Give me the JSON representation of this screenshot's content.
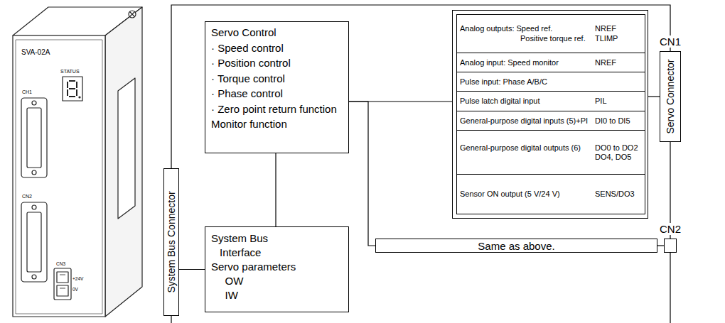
{
  "diagram": {
    "nodes": [
      {
        "text": [
          "Servo Control",
          "· Speed control",
          "· Position control",
          "· Torque control",
          "· Phase control",
          "· Zero point return function",
          "Monitor function"
        ]
      },
      {
        "text": []
      },
      {
        "text": [
          "Analog outputs: Speed ref.",
          "NREF",
          "Positive torque ref.",
          "TLIMP"
        ],
        "in": 1
      },
      {
        "text": [
          "Analog input: Speed monitor",
          "NREF"
        ],
        "in": 1
      },
      {
        "text": [
          "Pulse input: Phase A/B/C"
        ],
        "in": 1
      },
      {
        "text": [
          "Pulse latch digital input",
          "PIL"
        ],
        "in": 1
      },
      {
        "text": [
          "General-purpose digital inputs (5)+PI",
          "DI0 to DI5"
        ],
        "in": 1
      },
      {
        "text": [
          "General-purpose digital outputs (6)",
          "DO0 to DO2 DO4, DO5"
        ],
        "in": 1
      },
      {
        "text": [
          "Sensor ON output (5 V/24 V)",
          "SENS/DO3"
        ],
        "in": 1
      },
      {
        "text": [
          "CN1",
          "Servo Connector"
        ]
      },
      {
        "text": [
          "System Bus Connector"
        ]
      },
      {
        "text": [
          "System Bus Interface",
          "Servo parameters",
          "OW",
          "IW"
        ]
      },
      {
        "text": [
          "Same as above."
        ]
      },
      {
        "text": [
          "CN2"
        ]
      }
    ],
    "edges": [
      {
        "from": 0,
        "to": 11,
        "arrow": "none"
      },
      {
        "from": 11,
        "to": 10,
        "arrow": "none"
      },
      {
        "from": 0,
        "to": 1,
        "arrow": "none"
      },
      {
        "from": 0,
        "to": 12,
        "arrow": "none"
      },
      {
        "from": 1,
        "to": 9,
        "arrow": "none"
      },
      {
        "from": 12,
        "to": 13,
        "arrow": "none"
      },
      {
        "from": 10,
        "to": 9,
        "arrow": "none"
      },
      {
        "from": 9,
        "to": 13,
        "arrow": "none"
      }
    ],
    "labels": [
      "SVA-02A",
      "CH1",
      "STATUS",
      "CN2",
      "CN3",
      "+24V",
      "0V"
    ]
  }
}
